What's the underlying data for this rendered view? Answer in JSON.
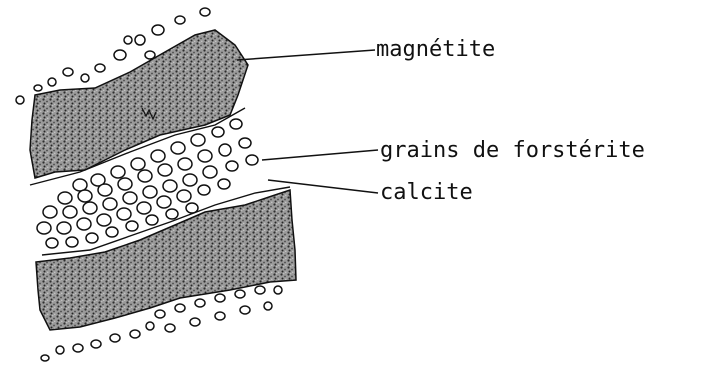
{
  "labels": {
    "magnetite": "magnétite",
    "forsterite": "grains de forstérite",
    "calcite": "calcite"
  },
  "colors": {
    "ink": "#111111",
    "background": "#ffffff"
  }
}
